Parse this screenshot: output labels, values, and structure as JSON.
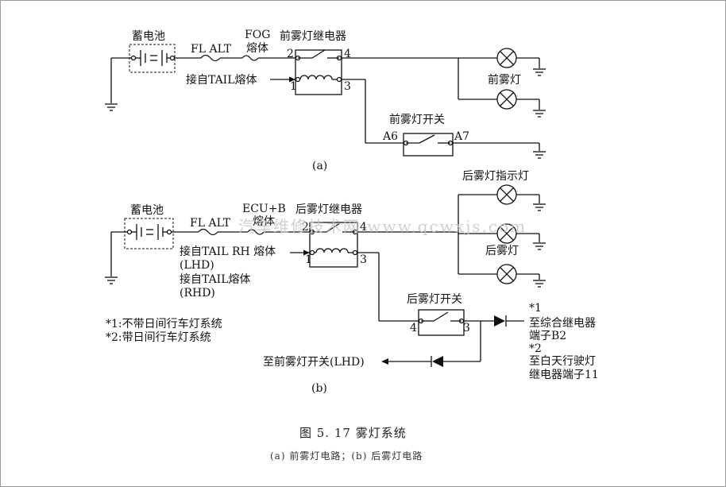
{
  "diagram_a": {
    "battery": "蓄电池",
    "fl_alt": "FL ALT",
    "fog_fuse_line1": "FOG",
    "fog_fuse_line2": "熔体",
    "relay": "前雾灯继电器",
    "pin2": "2",
    "pin4": "4",
    "pin1": "1",
    "pin3": "3",
    "tail_feed": "接自TAIL熔体",
    "lamps": "前雾灯",
    "switch": "前雾灯开关",
    "a6": "A6",
    "a7": "A7",
    "tag": "(a)"
  },
  "diagram_b": {
    "battery": "蓄电池",
    "fl_alt": "FL ALT",
    "ecu_fuse_line1": "ECU+B",
    "ecu_fuse_line2": "熔体",
    "relay": "后雾灯继电器",
    "pin2": "2",
    "pin4": "4",
    "pin1": "1",
    "pin3": "3",
    "tail_rh": "接自TAIL RH 熔体",
    "lhd": "(LHD)",
    "tail": "接自TAIL熔体",
    "rhd": "(RHD)",
    "indicator": "后雾灯指示灯",
    "lamps": "后雾灯",
    "note1": "*1:不带日间行车灯系统",
    "note2": "*2:带日间行车灯系统",
    "switch": "后雾灯开关",
    "sw4": "4",
    "sw3": "3",
    "star1": "*1",
    "to_relay_line1": "至综合继电器",
    "to_relay_line2": "端子B2",
    "star2": "*2",
    "to_drl_line1": "至白天行驶灯",
    "to_drl_line2": "继电器端子11",
    "to_front": "至前雾灯开关(LHD)",
    "tag": "(b)"
  },
  "watermark": "汽车维修技术网 www.qcwxjs.com",
  "caption": "图 5. 17   雾灯系统",
  "subcaption": "(a) 前雾灯电路；(b) 后雾灯电路"
}
